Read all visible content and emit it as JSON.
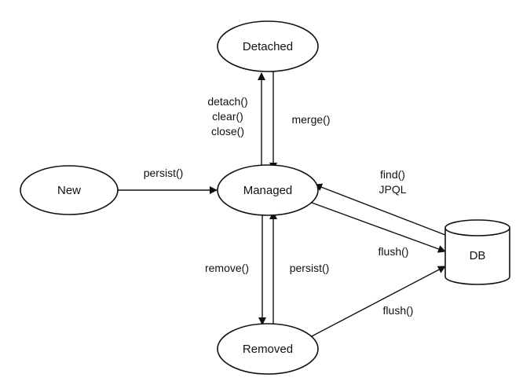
{
  "nodes": {
    "detached": "Detached",
    "new": "New",
    "managed": "Managed",
    "removed": "Removed",
    "db": "DB"
  },
  "edges": {
    "detach": "detach()",
    "clear": "clear()",
    "close": "close()",
    "merge": "merge()",
    "persist_new": "persist()",
    "find": "find()",
    "jpql": "JPQL",
    "flush_managed": "flush()",
    "remove": "remove()",
    "persist_removed": "persist()",
    "flush_removed": "flush()"
  },
  "colors": {
    "stroke": "#111111",
    "fill": "#ffffff"
  }
}
